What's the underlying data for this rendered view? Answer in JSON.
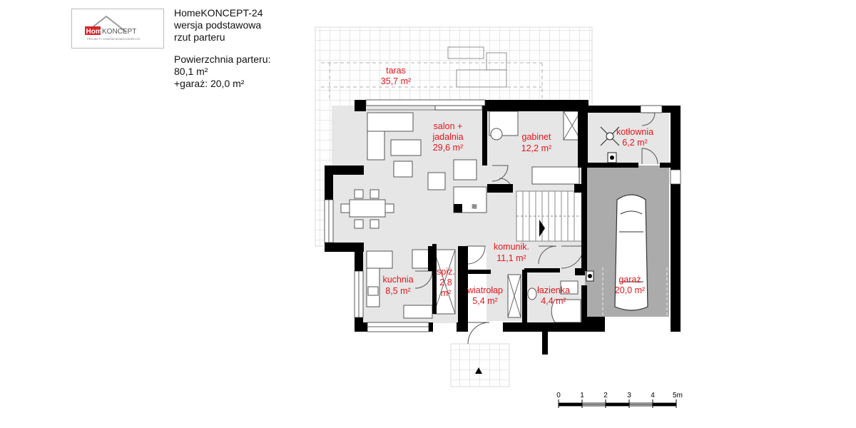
{
  "logo": {
    "brand_a": "Home",
    "brand_b": "KONCEPT",
    "tagline": "PROJEKTY DOMÓW NOWOCZESNYCH"
  },
  "header": {
    "title": "HomeKONCEPT-24",
    "line2": "wersja podstawowa",
    "line3": "rzut parteru",
    "area_label": "Powierzchnia parteru:",
    "area_value": "80,1 m²",
    "garage_value": "+garaż: 20,0 m²"
  },
  "rooms": {
    "taras": {
      "name": "taras",
      "area": "35,7 m²"
    },
    "salon": {
      "name1": "salon +",
      "name2": "jadalnia",
      "area": "29,6 m²"
    },
    "gabinet": {
      "name": "gabinet",
      "area": "12,2 m²"
    },
    "kotlownia": {
      "name": "kotłownia",
      "area": "6,2 m²"
    },
    "komunik": {
      "name": "komunik.",
      "area": "11,1 m²"
    },
    "kuchnia": {
      "name": "kuchnia",
      "area": "8,5 m²"
    },
    "spiz": {
      "name": "spiż.",
      "area1": "2,8",
      "area2": "m²"
    },
    "wiatrolap": {
      "name": "wiatrołap",
      "area": "5,4 m²"
    },
    "lazienka": {
      "name": "łazienka",
      "area": "4,4 m²"
    },
    "garaz": {
      "name": "garaż",
      "area": "20,0 m²"
    }
  },
  "scale": {
    "ticks": [
      "0",
      "1",
      "2",
      "3",
      "4",
      "5m"
    ]
  },
  "colors": {
    "label": "#e3161d",
    "wall": "#000000",
    "room_fill": "#e6e6e6",
    "garage_fill": "#ababab"
  }
}
